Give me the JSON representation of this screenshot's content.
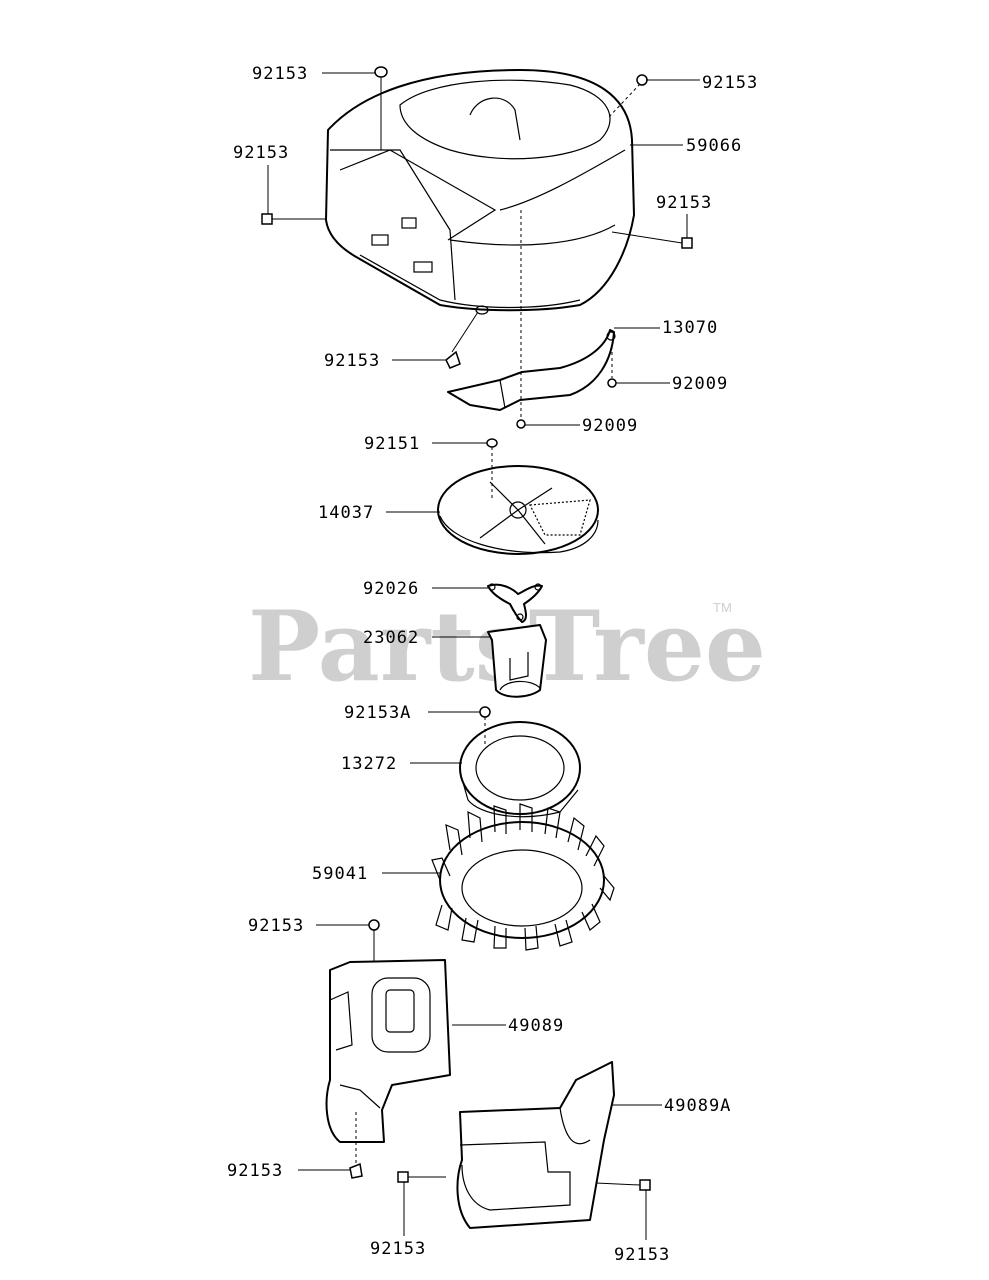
{
  "watermark": {
    "text": "PartsTree",
    "mark": "TM"
  },
  "callouts": [
    {
      "id": "c1",
      "text": "92153"
    },
    {
      "id": "c2",
      "text": "92153"
    },
    {
      "id": "c3",
      "text": "92153"
    },
    {
      "id": "c4",
      "text": "59066"
    },
    {
      "id": "c5",
      "text": "92153"
    },
    {
      "id": "c6",
      "text": "92153"
    },
    {
      "id": "c7",
      "text": "13070"
    },
    {
      "id": "c8",
      "text": "92009"
    },
    {
      "id": "c9",
      "text": "92009"
    },
    {
      "id": "c10",
      "text": "92151"
    },
    {
      "id": "c11",
      "text": "14037"
    },
    {
      "id": "c12",
      "text": "92026"
    },
    {
      "id": "c13",
      "text": "23062"
    },
    {
      "id": "c14",
      "text": "92153A"
    },
    {
      "id": "c15",
      "text": "13272"
    },
    {
      "id": "c16",
      "text": "59041"
    },
    {
      "id": "c17",
      "text": "92153"
    },
    {
      "id": "c18",
      "text": "49089"
    },
    {
      "id": "c19",
      "text": "49089A"
    },
    {
      "id": "c20",
      "text": "92153"
    },
    {
      "id": "c21",
      "text": "92153"
    },
    {
      "id": "c22",
      "text": "92153"
    }
  ]
}
